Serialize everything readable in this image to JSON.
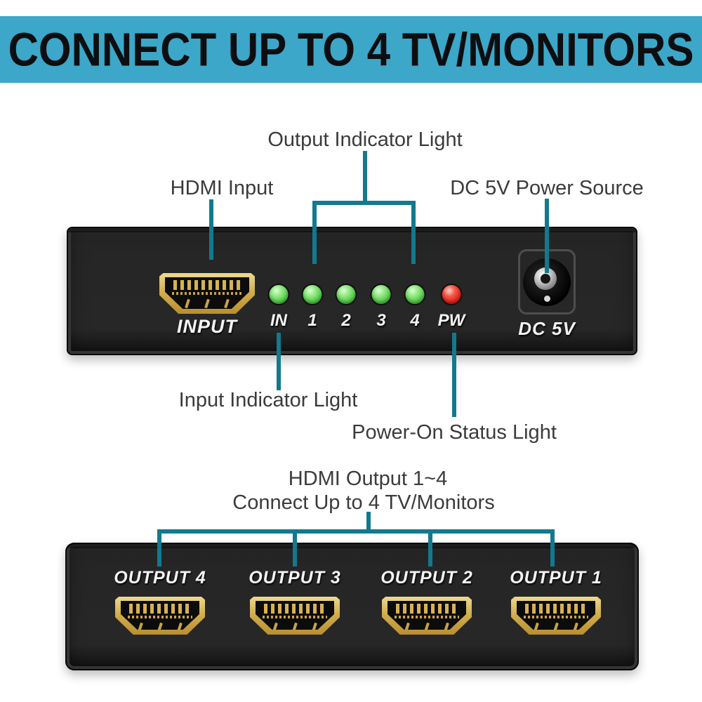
{
  "banner": {
    "text": "CONNECT UP TO 4 TV/MONITORS"
  },
  "annotations": {
    "output_indicator": "Output Indicator Light",
    "hdmi_input": "HDMI Input",
    "dc_power": "DC 5V Power Source",
    "input_indicator": "Input Indicator Light",
    "power_status": "Power-On Status Light",
    "output_heading_line1": "HDMI Output 1~4",
    "output_heading_line2": "Connect Up to 4 TV/Monitors"
  },
  "front_panel": {
    "input_port_label": "INPUT",
    "leds": [
      {
        "label": "IN",
        "color": "green"
      },
      {
        "label": "1",
        "color": "green"
      },
      {
        "label": "2",
        "color": "green"
      },
      {
        "label": "3",
        "color": "green"
      },
      {
        "label": "4",
        "color": "green"
      },
      {
        "label": "PW",
        "color": "red"
      }
    ],
    "dc_label": "DC 5V"
  },
  "back_panel": {
    "ports": [
      {
        "label": "OUTPUT 4"
      },
      {
        "label": "OUTPUT 3"
      },
      {
        "label": "OUTPUT 2"
      },
      {
        "label": "OUTPUT 1"
      }
    ]
  },
  "colors": {
    "accent": "#12798E",
    "banner-bg": "#3CA7C8",
    "banner-text": "#0E0E10",
    "label-text": "#3B3B3B",
    "led-green": "#58CC4C",
    "led-red": "#E0251A",
    "gold": "#D7B254",
    "device-body": "#262626"
  }
}
